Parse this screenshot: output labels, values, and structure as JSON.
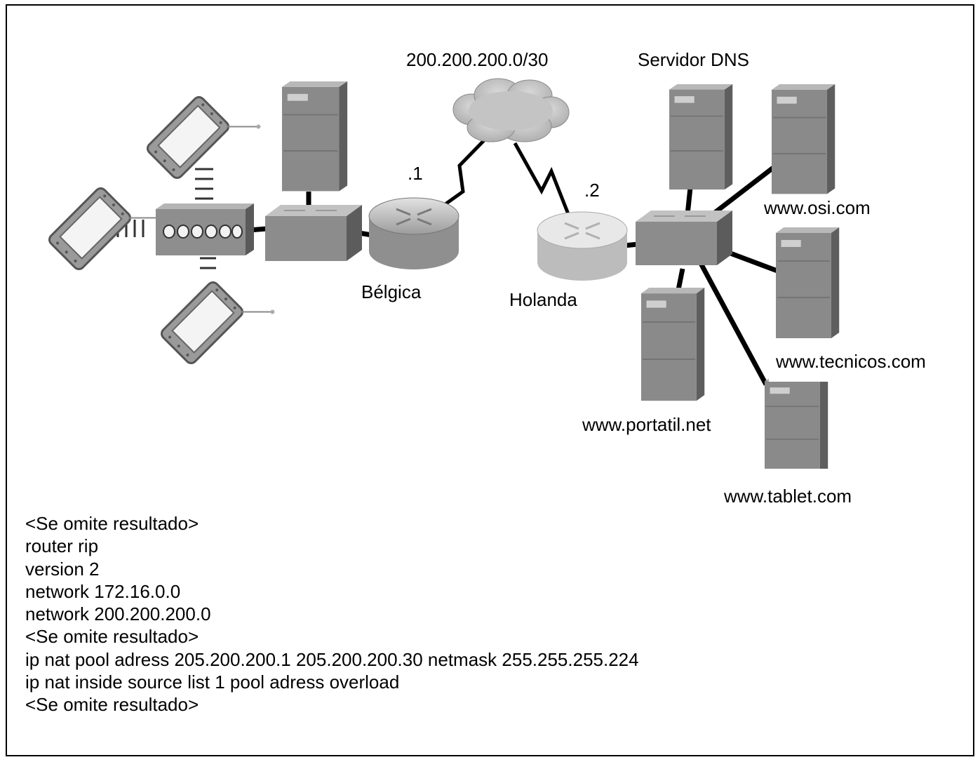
{
  "diagram": {
    "wan_network": "200.200.200.0/30",
    "belgica_interface": ".1",
    "holanda_interface": ".2",
    "belgica_router": "Bélgica",
    "holanda_router": "Holanda",
    "dns_server": "Servidor DNS",
    "server_osi": "www.osi.com",
    "server_tecnicos": "www.tecnicos.com",
    "server_portatil": "www.portatil.net",
    "server_tablet": "www.tablet.com"
  },
  "config_lines": [
    "<Se omite resultado>",
    "router rip",
    "version 2",
    "network 172.16.0.0",
    "network 200.200.200.0",
    "<Se omite resultado>",
    "ip nat pool adress 205.200.200.1 205.200.200.30 netmask 255.255.255.224",
    "ip nat inside source list 1 pool adress overload",
    "<Se omite resultado>"
  ]
}
